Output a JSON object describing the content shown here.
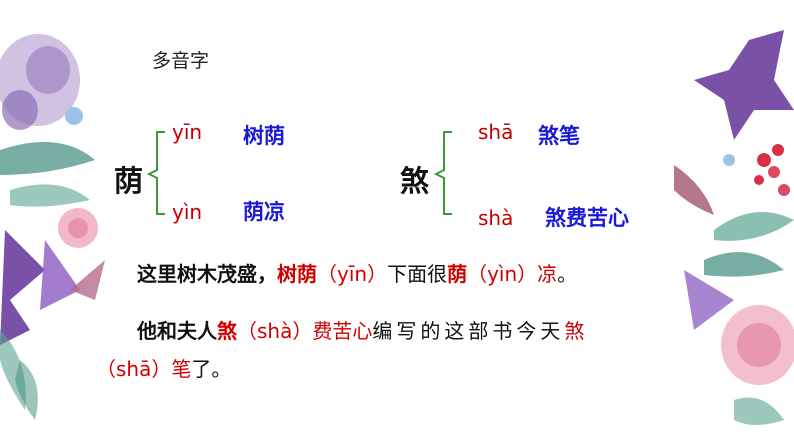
{
  "title": "多音字",
  "groups": [
    {
      "char": "荫",
      "readings": [
        {
          "pinyin": "yīn",
          "word": "树荫"
        },
        {
          "pinyin": "yìn",
          "word": "荫凉"
        }
      ]
    },
    {
      "char": "煞",
      "readings": [
        {
          "pinyin": "shā",
          "word": "煞笔"
        },
        {
          "pinyin": "shà",
          "word": "煞费苦心"
        }
      ]
    }
  ],
  "sentence1": {
    "a": "这里树木茂盛，",
    "b": "树荫",
    "c": "（yīn）",
    "d": "下面很",
    "e": "荫",
    "f": "（yìn）",
    "g": "凉",
    "h": "。"
  },
  "sentence2": {
    "a": "他和夫人",
    "b": "煞",
    "c": "（shà）",
    "d": "费苦心",
    "e": "编写的这部书今天",
    "f": "煞"
  },
  "sentence3": {
    "a": "（shā）",
    "b": "笔",
    "c": "了。"
  }
}
